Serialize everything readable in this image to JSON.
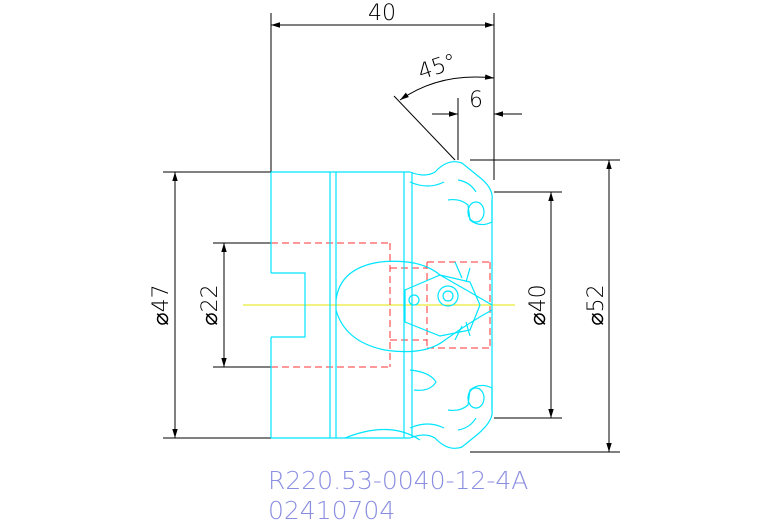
{
  "dimensions": {
    "length": "40",
    "angle": "45°",
    "chamfer": "6",
    "dia_shank": "⌀47",
    "dia_bore": "⌀22",
    "dia_body": "⌀40",
    "dia_cutting": "⌀52"
  },
  "part": {
    "code": "R220.53-0040-12-4A",
    "number": "02410704"
  },
  "colors": {
    "background": "#ffffff",
    "dimension": "#000000",
    "outline": "#00e5ff",
    "hidden": "#ff3333",
    "centerline": "#e6e600",
    "label": "#8a8ee0"
  }
}
